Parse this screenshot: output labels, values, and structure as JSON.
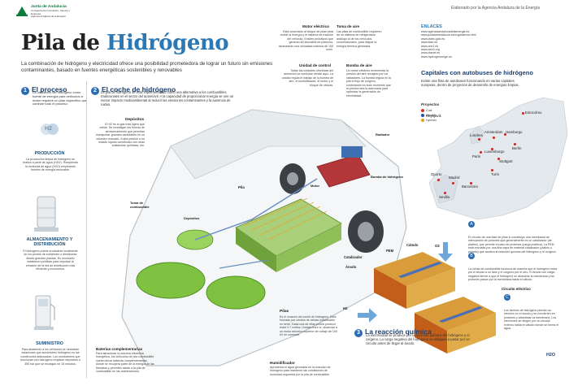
{
  "header": {
    "logo_text": "Junta de Andalucía",
    "logo_sub": "Consejería de Innovación, Ciencia y Empresa\nAgencia Andaluza de la Energía",
    "credit": "Elaborado por la Agencia Andaluza de la Energía"
  },
  "title": {
    "part1": "Pila de ",
    "part2": "Hidrógeno"
  },
  "intro": "La combinación de hidrógeno y electricidad ofrece una posibilidad prometedora de lograr un futuro sin emisiones contaminantes, basado en fuentes energéticas sostenibles y renovables",
  "process": {
    "num": "1",
    "title": "El proceso",
    "text": "La utilización del hidrógeno como fuente de energía para vehículos a motor requiere un plan específico que controle todo el proceso.",
    "h2_label": "H2",
    "production_title": "PRODUCCIÓN",
    "production_text": "La producción limpia de hidrógeno se realiza a partir de agua (H2O). Rompiendo la molécula de agua (H2O) empleando fuentes de energía renovable.",
    "storage_title": "ALMACENAMIENTO Y DISTRIBUCIÓN",
    "storage_text": "El hidrógeno puede producirse localmente en los puntos de suministro o distribuirse desde grandes plantas. Es necesario establecer políticas para impulsar la creación de la red de distribución más eficiente y económica.",
    "supply_title": "SUMINISTRO",
    "supply_text": "Para abastecer a los vehículos se necesitan estaciones que suministren hidrógeno en las condiciones adecuadas. Los conductores que funcionan con hidrógeno emplean depósitos a 350 bar que se recargan en 15 minutos."
  },
  "car": {
    "num": "2",
    "title": "El coche de hidrógeno",
    "text": "La pila de hidrógeno se está implementando como una alternativa a los combustibles tradicionales en el sector del automóvil. A la capacidad de proporcionar energía se une un menor impacto medioambiental al reducir las emisiones contaminantes y la ausencia de ruidos."
  },
  "labels": {
    "depositos_title": "Depósitos",
    "depositos_text": "El H2 es el gas más ligero que existe. Se investigan las formas de almacenamiento que permitan transportar grandes cantidades en un volumen reducido. A alta presión o en estado líquido combinado con otras sustancias químicas, etc.",
    "depositos": "Depósitos",
    "toma_combustible": "Toma de combustible",
    "pila": "Pila",
    "motor": "Motor",
    "radiador": "Radiador",
    "bomba_hidrogeno": "Bomba de hidrógeno",
    "motor_electrico_title": "Motor eléctrico",
    "motor_electrico_text": "Está conectado al bloque de pilas para recibir la energía y el sistema de tracción del vehículo. Existen prototipos que generan 60 kilovatios de potencia, alcanzando una velocidad máxima de 150 km/h.",
    "unidad_title": "Unidad de control",
    "unidad_text": "Todas las unidades eléctricas del automóvil se controlan desde aquí. La unidad regula el trabajo de la bomba de aire, el humidificador, el motor y el bloque de células.",
    "toma_aire_title": "Toma de aire",
    "toma_aire_text": "Las pilas de combustible requieren de un sistema de refrigeración análogo al de los vehículos convencionales, para disipar la energía térmica generada.",
    "bomba_aire_title": "Bomba de aire",
    "bomba_aire_text": "Un motor eléctrico incrementa la presión del aire recogido por los radiadores. La bomba regula en la pila el flujo de oxígeno, controlando en todo momento que la presión sea la adecuada para optimizar la generación de electricidad.",
    "pilas_title": "Pilas",
    "pilas_text": "Es el corazón del coche de hidrógeno. Está formado por cientos de celdas individuales en serie. Cada una de ellas podría producir entre 0,7 voltios. Unidas entre sí, alcanzan a un motor eléctrico superior de voltaje de 100 kV en corriente.",
    "humidificador_title": "Humidificador",
    "humidificador_text": "Aprovecha el agua generada en la reacción de hidrógeno para mantener las condiciones de humedad requerida por la pila de combustible.",
    "baterias_title": "Baterías complementarias",
    "baterias_text": "Para almacenar la máxima eficiencia energética, los vehículos de pila combustible suelen llevar baterías complementarias, donde se recupera parte de la energía de las frenadas y permiten asistir a la pila de combustible en las aceleraciones."
  },
  "enlaces": {
    "title": "ENLACES",
    "links": [
      "www.agenciaandaluzadelaenergia.es",
      "www.juntadeandalucia.es/organismos.html",
      "www.ctaeu.gob.es",
      "www.idae.es",
      "www.cnh2.es",
      "www.aeh2.org",
      "www.ctanet.es",
      "www.hydrogennorge.no"
    ]
  },
  "map": {
    "title": "Capitales con autobuses de hidrógeno",
    "text": "Existe una flota de autobuses funcionando en varias capitales europeas, dentro de proyectos de desarrollo de energías limpias.",
    "legend_title": "Proyectos",
    "legend": [
      {
        "name": "Cute",
        "color": "#d6312c"
      },
      {
        "name": "Citycell",
        "color": "#1f4fa8"
      },
      {
        "name": "Hychain",
        "color": "#e4a11c"
      }
    ],
    "cities": [
      "Reykjavik",
      "Estocolmo",
      "Londres",
      "Amsterdam",
      "Hamburgo",
      "Berlín",
      "Luxemburgo",
      "París",
      "Stuttgart",
      "Turín",
      "Oporto",
      "Madrid",
      "Barcelona",
      "Sevilla"
    ]
  },
  "reaction": {
    "num": "3",
    "title": "La reacción química",
    "text": "La electricidad se produce por la reacción química del hidrógeno y el oxígeno. La carga negativa del hidrógeno es obligada a pasar por un circuito antes de llegar al ánodo.",
    "labels": {
      "catodo": "Cátodo",
      "pem": "PEM",
      "catalizador": "Catalizador",
      "anodo": "Ánodo",
      "o2": "O2",
      "h2": "H2",
      "circuito": "Circuito eléctrico",
      "h2o": "H2O"
    },
    "steps": [
      {
        "tag": "A",
        "text": "El circuito de una fase de pilas lo constituye una membrana de intercambio de protones que generalmente es un catalizador (de platino), que permite el paso de protones (carga positiva). La PEM está envuelta por una fina capa de material catalizador (platino o paladio) que acelera la reacción química del hidrógeno y el oxígeno."
      },
      {
        "tag": "B",
        "text": "La célula de combustible funciona de manera que el hidrógeno entra por el ánodo a un lado y el oxígeno por el otro. El ánodo con carga negativa tiende a que el hidrógeno no atraviese la membrana y los protones pasan por la membrana hasta el cátodo."
      },
      {
        "tag": "C",
        "text": "Los átomos de hidrógeno pierden su electrón en el ánodo y se convierten en protones y atraviesan la membrana. Los electrones se dirigen por un circuito externo hasta el cátodo donde se forma el agua."
      }
    ]
  }
}
